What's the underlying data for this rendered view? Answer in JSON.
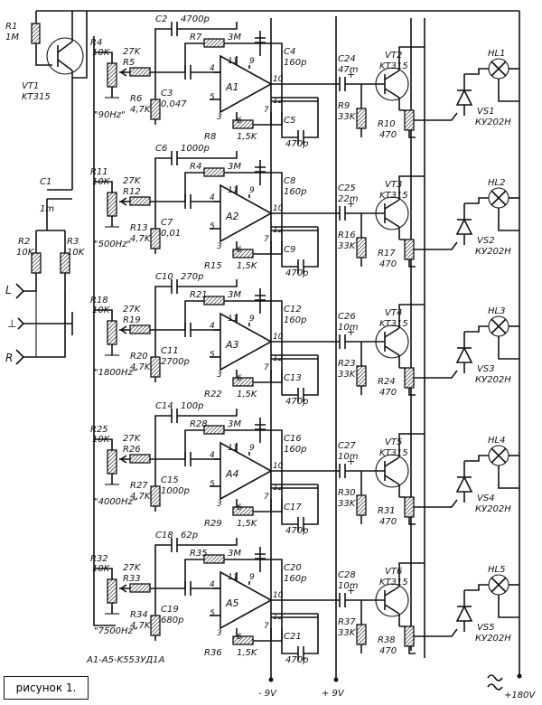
{
  "caption": "рисунок 1.",
  "chip_note": "A1-A5-K553УД1A",
  "inputs": {
    "left": "L",
    "right": "R",
    "ground": "⊥"
  },
  "power": {
    "neg": "- 9V",
    "pos": "+ 9V",
    "hv": "+180V"
  },
  "input_stage": {
    "r1": "R1",
    "r1v": "1M",
    "vt1": "VT1",
    "vt1t": "KT315",
    "c1": "C1",
    "c1v": "1m",
    "r2": "R2",
    "r2v": "10K",
    "r3": "R3",
    "r3v": "10K"
  },
  "channels": [
    {
      "freq": "\"90Hz\"",
      "pot": "R4",
      "potv": "10K",
      "rin": "R5",
      "rinv": "27K",
      "cin": "C3",
      "cinv": "0,047",
      "rg": "R6",
      "rgv": "4,7K",
      "amp": "A1",
      "ctop": "C2",
      "ctopv": "4700p",
      "rfb": "R7",
      "rfbv": "3M",
      "cc": "C4",
      "ccv": "160p",
      "rb": "R8",
      "rbv": "1,5K",
      "cb": "C5",
      "cbv": "470p",
      "cout": "C24",
      "coutv": "47m",
      "rbias": "R9",
      "rbiasv": "33K",
      "vt": "VT2",
      "vtt": "KT315",
      "re": "R10",
      "rev": "470",
      "hl": "HL1",
      "vs": "VS1",
      "vst": "КУ202Н"
    },
    {
      "freq": "\"500Hz\"",
      "pot": "R11",
      "potv": "10K",
      "rin": "R12",
      "rinv": "27K",
      "cin": "C7",
      "cinv": "0,01",
      "rg": "R13",
      "rgv": "4,7K",
      "amp": "A2",
      "ctop": "C6",
      "ctopv": "1000p",
      "rfb": "R4",
      "rfbv": "3M",
      "cc": "C8",
      "ccv": "160p",
      "rb": "R15",
      "rbv": "1,5K",
      "cb": "C9",
      "cbv": "470p",
      "cout": "C25",
      "coutv": "22m",
      "rbias": "R16",
      "rbiasv": "33K",
      "vt": "VT3",
      "vtt": "KT315",
      "re": "R17",
      "rev": "470",
      "hl": "HL2",
      "vs": "VS2",
      "vst": "КУ202Н"
    },
    {
      "freq": "\"1800Hz\"",
      "pot": "R18",
      "potv": "10K",
      "rin": "R19",
      "rinv": "27K",
      "cin": "C11",
      "cinv": "2700p",
      "rg": "R20",
      "rgv": "4,7K",
      "amp": "A3",
      "ctop": "C10",
      "ctopv": "270p",
      "rfb": "R21",
      "rfbv": "3M",
      "cc": "C12",
      "ccv": "160p",
      "rb": "R22",
      "rbv": "1,5K",
      "cb": "C13",
      "cbv": "470p",
      "cout": "C26",
      "coutv": "10m",
      "rbias": "R23",
      "rbiasv": "33K",
      "vt": "VT4",
      "vtt": "KT315",
      "re": "R24",
      "rev": "470",
      "hl": "HL3",
      "vs": "VS3",
      "vst": "КУ202Н"
    },
    {
      "freq": "\"4000Hz\"",
      "pot": "R25",
      "potv": "10K",
      "rin": "R26",
      "rinv": "27K",
      "cin": "C15",
      "cinv": "1000p",
      "rg": "R27",
      "rgv": "4,7K",
      "amp": "A4",
      "ctop": "C14",
      "ctopv": "100p",
      "rfb": "R28",
      "rfbv": "3M",
      "cc": "C16",
      "ccv": "160p",
      "rb": "R29",
      "rbv": "1,5K",
      "cb": "C17",
      "cbv": "470p",
      "cout": "C27",
      "coutv": "10m",
      "rbias": "R30",
      "rbiasv": "33K",
      "vt": "VT5",
      "vtt": "KT315",
      "re": "R31",
      "rev": "470",
      "hl": "HL4",
      "vs": "VS4",
      "vst": "КУ202Н"
    },
    {
      "freq": "\"7500Hz\"",
      "pot": "R32",
      "potv": "10K",
      "rin": "R33",
      "rinv": "27K",
      "cin": "C19",
      "cinv": "680p",
      "rg": "R34",
      "rgv": "4,7K",
      "amp": "A5",
      "ctop": "C18",
      "ctopv": "62p",
      "rfb": "R35",
      "rfbv": "3M",
      "cc": "C20",
      "ccv": "160p",
      "rb": "R36",
      "rbv": "1,5K",
      "cb": "C21",
      "cbv": "470p",
      "cout": "C28",
      "coutv": "10m",
      "rbias": "R37",
      "rbiasv": "33K",
      "vt": "VT6",
      "vtt": "KT315",
      "re": "R38",
      "rev": "470",
      "hl": "HL5",
      "vs": "VS5",
      "vst": "КУ202Н"
    }
  ]
}
